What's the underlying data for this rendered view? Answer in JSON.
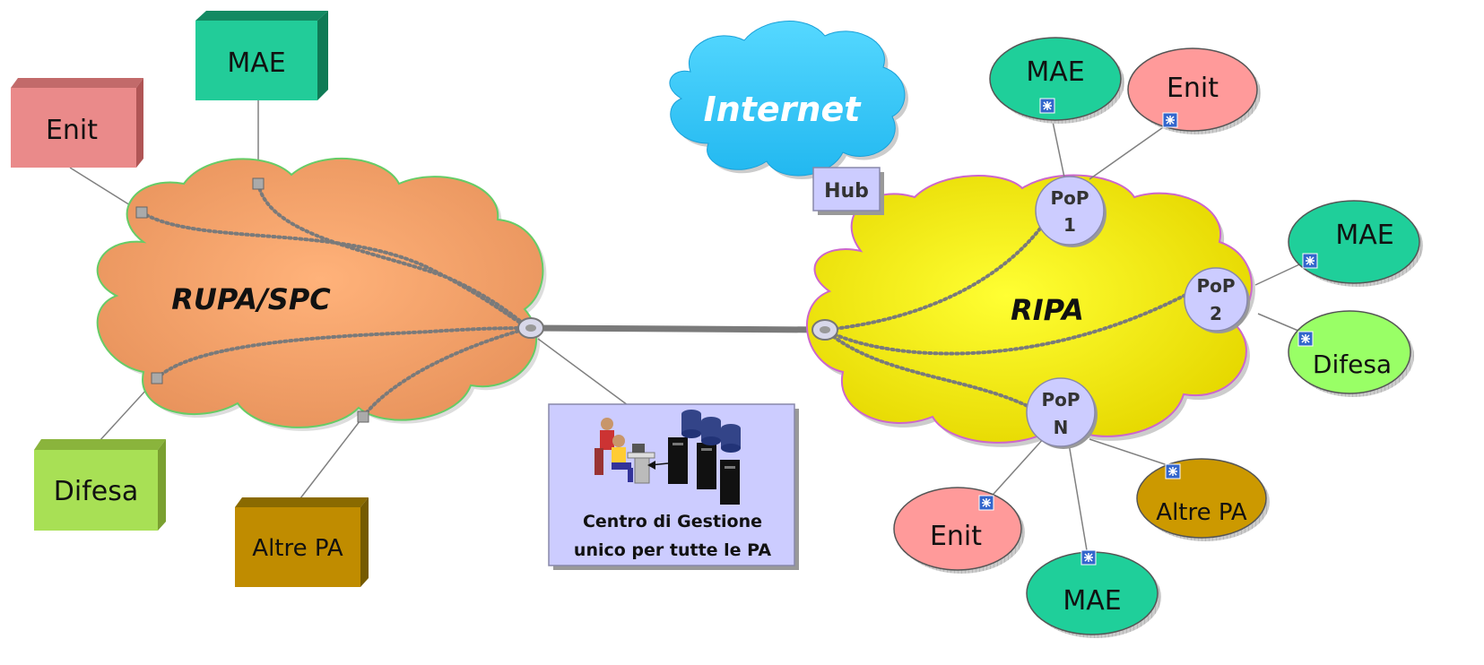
{
  "colors": {
    "rupa_cloud": "#f2a46e",
    "internet_cloud": "#33ccff",
    "ripa_cloud": "#f2f200",
    "mae": "#1fcf9a",
    "enit": "#ff9a9a",
    "difesa": "#99ff66",
    "altre_pa": "#cc9900",
    "pop": "#ccccff",
    "center_box": "#ccccff"
  },
  "left": {
    "cloud_label": "RUPA/SPC",
    "boxes": {
      "enit": "Enit",
      "mae": "MAE",
      "difesa": "Difesa",
      "altre_pa": "Altre PA"
    }
  },
  "internet": {
    "label": "Internet",
    "hub": "Hub"
  },
  "right": {
    "cloud_label": "RIPA",
    "pops": {
      "pop1": {
        "line1": "PoP",
        "line2": "1"
      },
      "pop2": {
        "line1": "PoP",
        "line2": "2"
      },
      "popn": {
        "line1": "PoP",
        "line2": "N"
      }
    },
    "ellipses": {
      "mae_top": "MAE",
      "enit_top": "Enit",
      "mae_right": "MAE",
      "difesa": "Difesa",
      "altre_pa": "Altre PA",
      "enit_bottom": "Enit",
      "mae_bottom": "MAE"
    }
  },
  "center": {
    "line1": "Centro di Gestione",
    "line2": "unico per tutte le PA"
  }
}
